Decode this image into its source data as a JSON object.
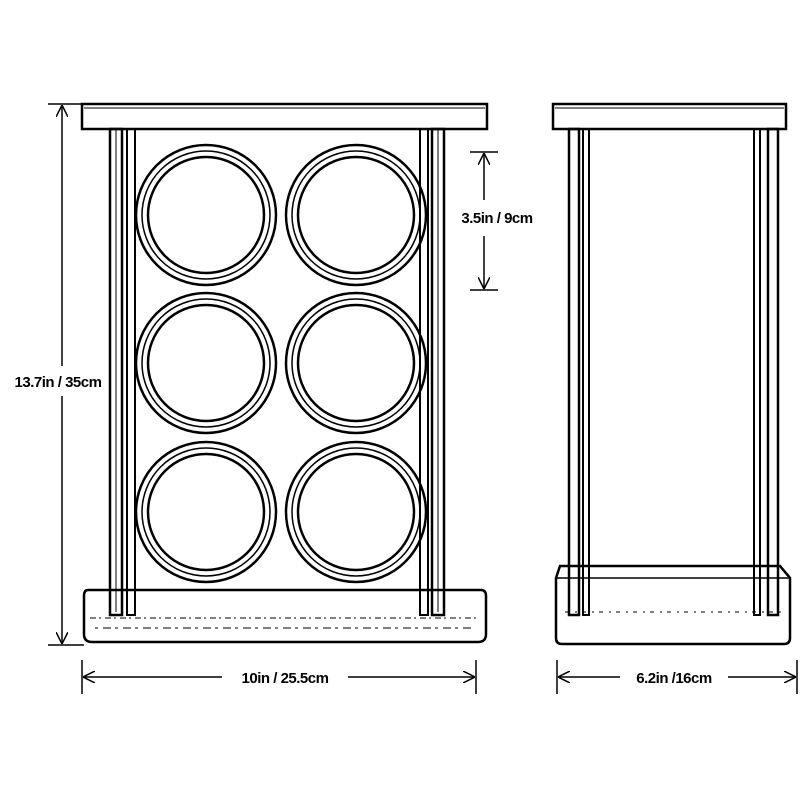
{
  "dimensions": {
    "height_label": "13.7in / 35cm",
    "width_label": "10in / 25.5cm",
    "depth_label": "6.2in /16cm",
    "ring_label": "3.5in / 9cm"
  },
  "colors": {
    "ink": "#000000",
    "background": "#ffffff"
  }
}
